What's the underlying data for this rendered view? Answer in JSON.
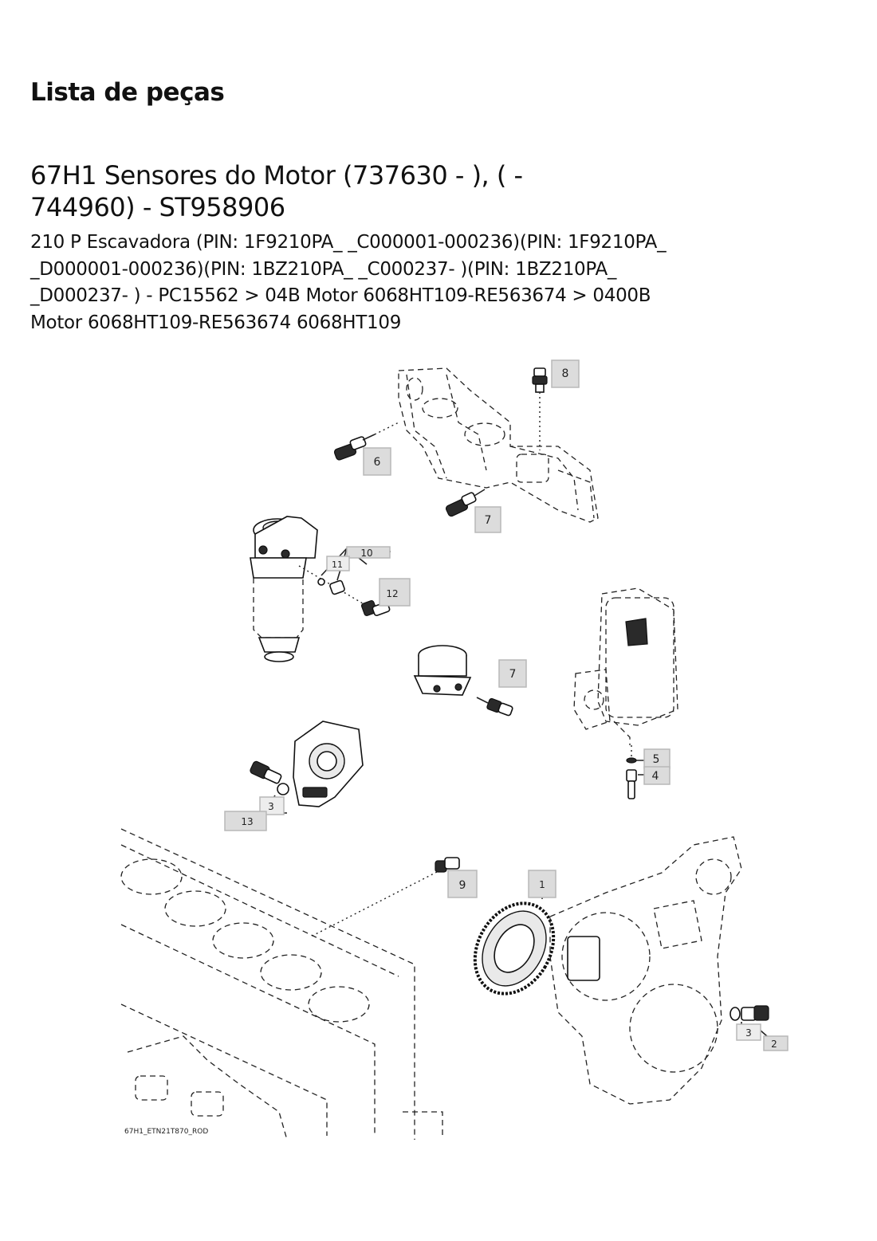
{
  "page": {
    "heading": "Lista de peças",
    "title": "67H1 Sensores do Motor (737630 - ), ( - 744960) - ST958906",
    "description": "210 P Escavadora (PIN: 1F9210PA_ _C000001-000236)(PIN: 1F9210PA_ _D000001-000236)(PIN: 1BZ210PA_ _C000237- )(PIN: 1BZ210PA_ _D000237- ) - PC15562 > 04B Motor 6068HT109-RE563674 > 0400B Motor 6068HT109-RE563674 6068HT109"
  },
  "diagram": {
    "image_tag": "67H1_ETN21T870_ROD",
    "callouts": [
      "8",
      "6",
      "7",
      "10",
      "11",
      "12",
      "7",
      "5",
      "4",
      "3",
      "13",
      "9",
      "1",
      "3",
      "2"
    ]
  }
}
